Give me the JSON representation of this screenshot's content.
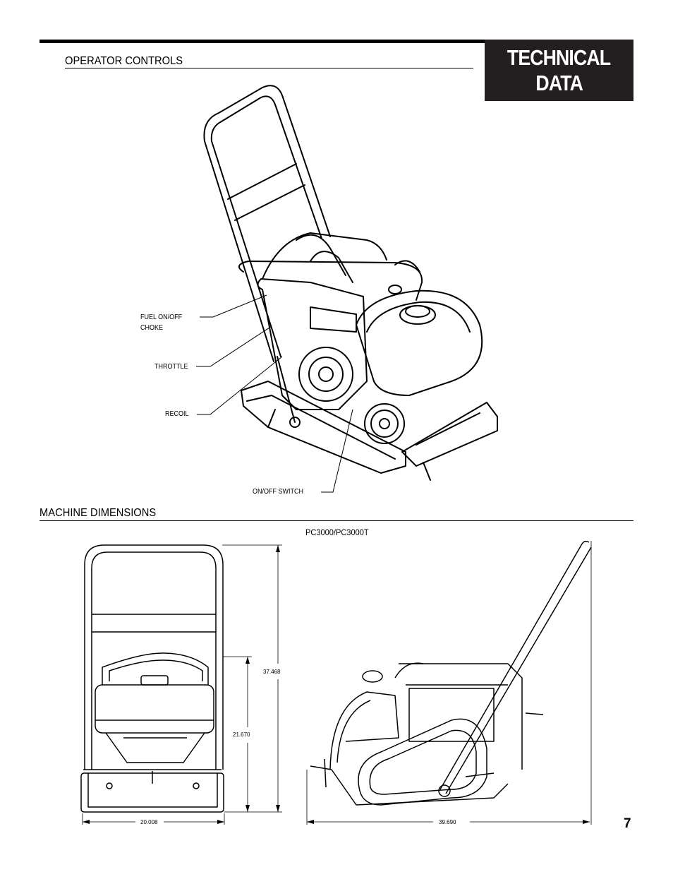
{
  "header": {
    "title_line1": "TECHNICAL",
    "title_line2": "DATA"
  },
  "operator_controls": {
    "heading": "OPERATOR CONTROLS",
    "callouts": {
      "fuel_on_off": "FUEL ON/OFF",
      "choke": "CHOKE",
      "throttle": "THROTTLE",
      "recoil": "RECOIL",
      "on_off_switch": "ON/OFF SWITCH"
    }
  },
  "machine_dimensions": {
    "heading": "MACHINE DIMENSIONS",
    "model": "PC3000/PC3000T",
    "overall_height": "37.468",
    "body_height": "21.670",
    "width": "20.008",
    "length": "39.690"
  },
  "footer": {
    "page_number": "7"
  }
}
